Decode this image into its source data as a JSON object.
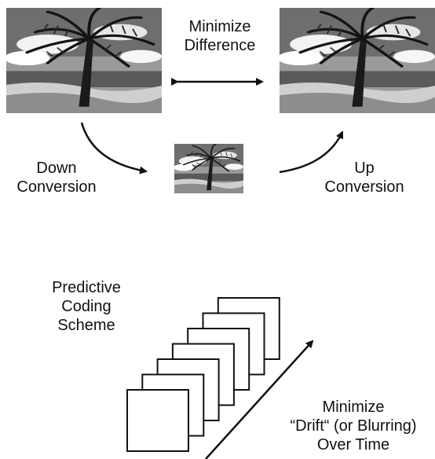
{
  "top_diagram": {
    "minimize_difference": {
      "line1": "Minimize",
      "line2": "Difference"
    },
    "down_conversion": {
      "line1": "Down",
      "line2": "Conversion"
    },
    "up_conversion": {
      "line1": "Up",
      "line2": "Conversion"
    },
    "images": [
      "palm-tree-photo-original",
      "palm-tree-photo-downscaled",
      "palm-tree-photo-upscaled"
    ]
  },
  "bottom_diagram": {
    "predictive_coding": {
      "line1": "Predictive",
      "line2": "Coding",
      "line3": "Scheme"
    },
    "drift": {
      "line1": "Minimize",
      "line2": "“Drift“ (or Blurring)",
      "line3": "Over Time"
    },
    "frame_count": 7
  },
  "colors": {
    "ink": "#111111",
    "background": "#ffffff"
  }
}
